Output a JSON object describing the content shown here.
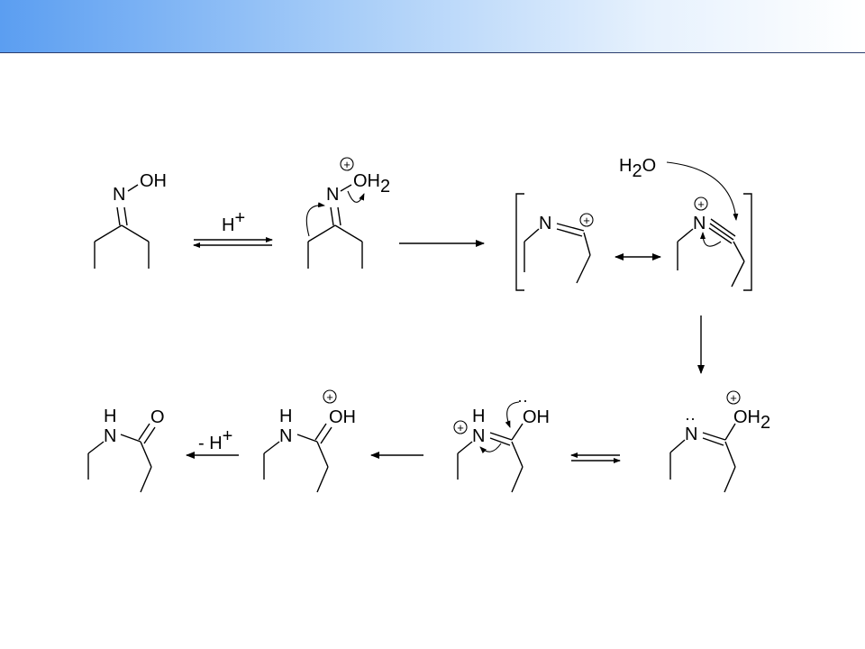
{
  "labels": {
    "N": "N",
    "OH": "OH",
    "O": "O",
    "H": "H",
    "OH2_main": "OH",
    "OH2_sub": "2",
    "H2O_H": "H",
    "H2O_sub": "2",
    "H2O_O": "O",
    "hplus_H": "H",
    "hplus_sup": "+",
    "minus_hplus": "- H",
    "plus": "+",
    "lone_pair": "··"
  }
}
